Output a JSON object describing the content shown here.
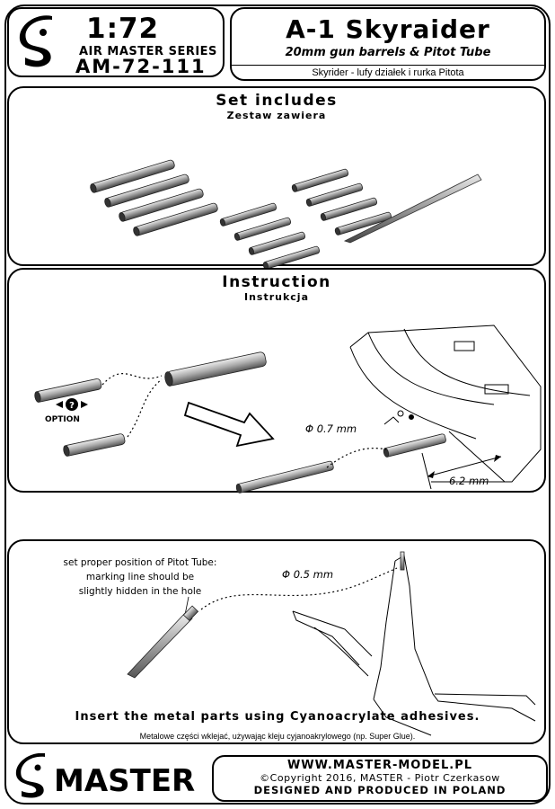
{
  "header": {
    "scale": "1:72",
    "series": "AIR MASTER SERIES",
    "product_code": "AM-72-111",
    "title": "A-1  Skyraider",
    "subtitle": "20mm gun barrels & Pitot Tube",
    "subtitle_pl": "Skyrider - lufy działek i rurka Pitota"
  },
  "set_includes": {
    "title": "Set includes",
    "subtitle": "Zestaw zawiera"
  },
  "instruction": {
    "title": "Instruction",
    "subtitle": "Instrukcja",
    "option_label": "OPTION",
    "barrel_diameter": "Φ 0.7 mm",
    "barrel_length": "6.2 mm"
  },
  "pitot": {
    "note_line1": "set proper position of Pitot Tube:",
    "note_line2": "marking line should be",
    "note_line3": "slightly hidden in the hole",
    "diameter": "Φ 0.5 mm"
  },
  "adhesive": {
    "text": "Insert the metal parts using Cyanoacrylate adhesives.",
    "text_pl": "Metalowe części wklejać, używając kleju cyjanoakrylowego (np. Super Glue)."
  },
  "footer": {
    "brand": "MASTER",
    "url": "WWW.MASTER-MODEL.PL",
    "copyright": "©Copyright 2016, MASTER - Piotr Czerkasow",
    "made_in": "DESIGNED AND PRODUCED IN POLAND"
  }
}
